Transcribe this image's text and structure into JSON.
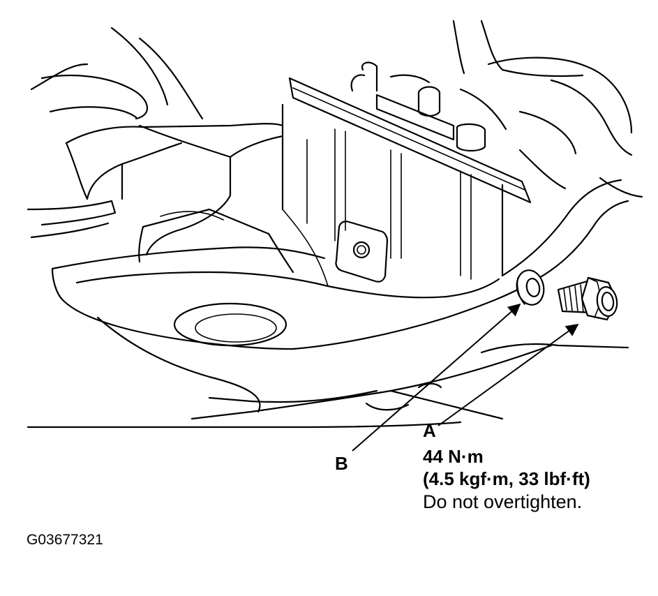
{
  "figure": {
    "code": "G03677321"
  },
  "callouts": {
    "a": {
      "letter": "A",
      "torque_metric": "44 N·m",
      "torque_alt": "(4.5 kgf·m, 33 lbf·ft)",
      "note": "Do not overtighten."
    },
    "b": {
      "letter": "B"
    }
  },
  "colors": {
    "ink": "#000000",
    "paper": "#ffffff"
  }
}
